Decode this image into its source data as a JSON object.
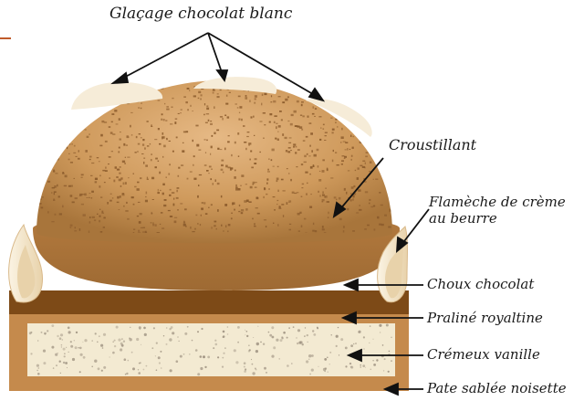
{
  "labels": {
    "glacage": "Glaçage chocolat blanc",
    "croustillant": "Croustillant",
    "flameche_line1": "Flamèche de crème",
    "flameche_line2": "au beurre",
    "choux": "Choux chocolat",
    "praline": "Praliné royaltine",
    "cremeux": "Crémeux vanille",
    "pate": "Pate sablée noisette"
  },
  "colors": {
    "choux_light": "#e3b27a",
    "choux_dark": "#a8753b",
    "speckle": "#8a5a2b",
    "white_glaze": "#f6ecd8",
    "cream_tip": "#f3e6cc",
    "praline": "#7d4a17",
    "sable": "#c58a4c",
    "cremeux": "#f3ead2",
    "cremeux_speckle": "#9b8f7e",
    "arrow": "#111111",
    "accent_line": "#c05b2a"
  }
}
